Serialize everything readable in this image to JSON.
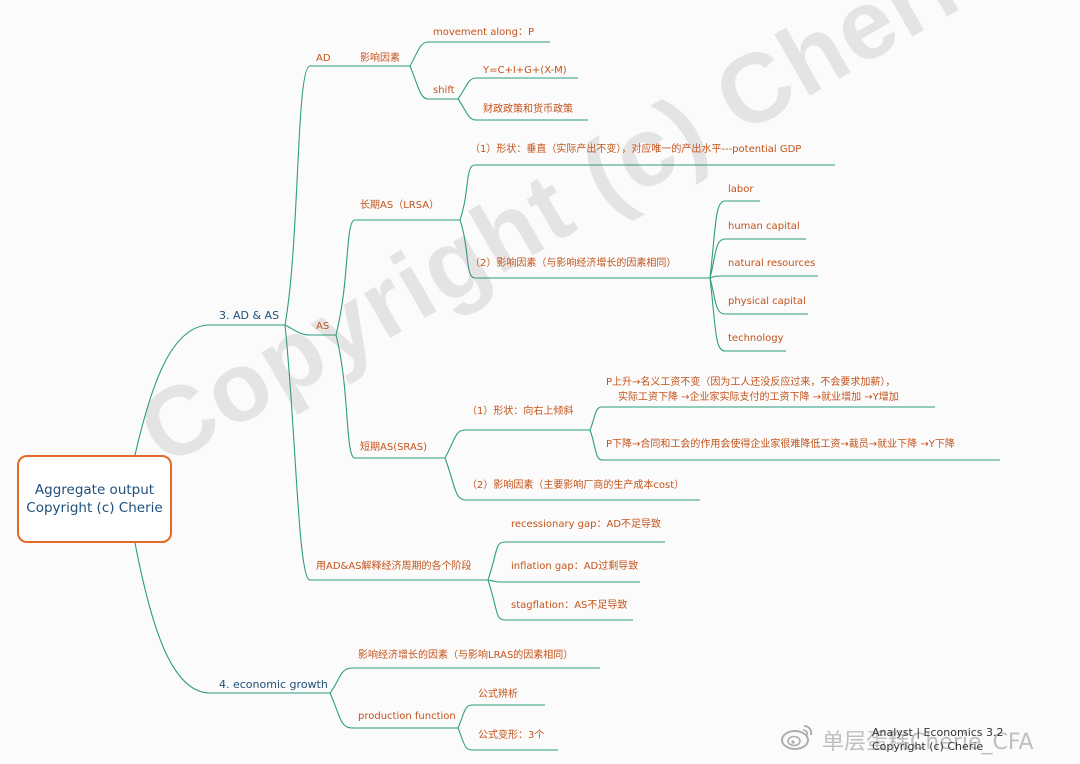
{
  "root": {
    "line1": "Aggregate output",
    "line2": "Copyright (c) Cherie"
  },
  "watermark": "Copyright (c) Cherie",
  "ad": {
    "label": "AD",
    "factors": "影响因素",
    "movement": "movement  along：P",
    "shift": "shift",
    "shift_items": [
      "Y=C+I+G+(X-M)",
      "财政政策和货币政策"
    ]
  },
  "section3": {
    "label": "3. AD & AS"
  },
  "as": {
    "label": "AS",
    "lras": {
      "label": "长期AS（LRSA）",
      "shape": "（1）形状：垂直（实际产出不变），对应唯一的产出水平---potential GDP",
      "factors": "（2）影响因素（与影响经济增长的因素相同）",
      "factor_items": [
        "labor",
        "human  capital",
        "natural resources",
        "physical capital",
        "technology"
      ]
    },
    "sras": {
      "label": "短期AS(SRAS)",
      "shape": "（1）形状：向右上倾斜",
      "up_line1": "P上升→名义工资不变（因为工人还没反应过来，不会要求加薪），",
      "up_line2": "实际工资下降 →企业家实际支付的工资下降 →就业增加 →Y增加",
      "down": "P下降→合同和工会的作用会使得企业家很难降低工资→裁员→就业下降 →Y下降",
      "factors": "（2）影响因素（主要影响厂商的生产成本cost）"
    }
  },
  "cycle": {
    "label": "用AD&AS解释经济周期的各个阶段",
    "items": [
      "recessionary gap：AD不足导致",
      "inflation gap：AD过剩导致",
      "stagflation：AS不足导致"
    ]
  },
  "section4": {
    "label": "4. economic growth",
    "factors": "影响经济增长的因素（与影响LRAS的因素相同）",
    "pf": "production function",
    "pf_items": [
      "公式辨析",
      "公式变形：3个"
    ]
  },
  "footer": {
    "line1": "Analyst | Economics 3.2",
    "line2": "Copyright (c) Cherie"
  },
  "weibo": "单层蛋糕Cherie_CFA",
  "colors": {
    "line": "#2e9e7e",
    "orange": "#c4531a",
    "blue": "#1f4f7a",
    "root_border": "#e06a26"
  }
}
